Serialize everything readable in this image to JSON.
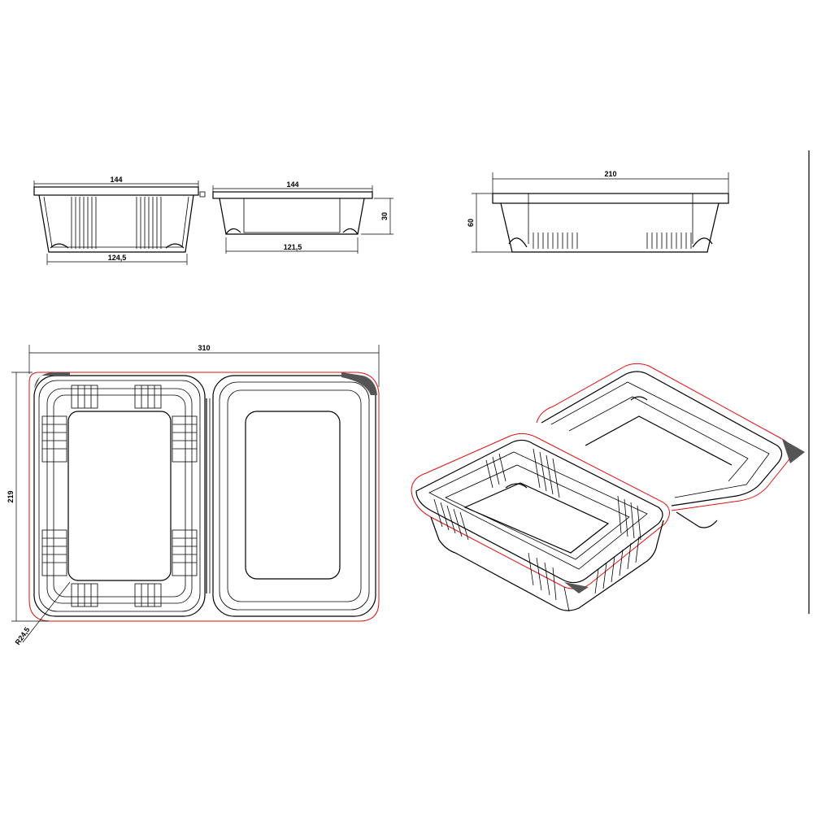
{
  "colors": {
    "outline": "#000000",
    "cut_line": "#e01010",
    "background": "#ffffff"
  },
  "dimensions": {
    "front_top_width": "144",
    "front_bottom_width": "124,5",
    "side_top_width": "144",
    "side_bottom_width": "121,5",
    "side_height": "30",
    "long_width": "210",
    "long_height": "60",
    "plan_width": "310",
    "plan_height": "219",
    "corner_radius": "R24,5"
  }
}
